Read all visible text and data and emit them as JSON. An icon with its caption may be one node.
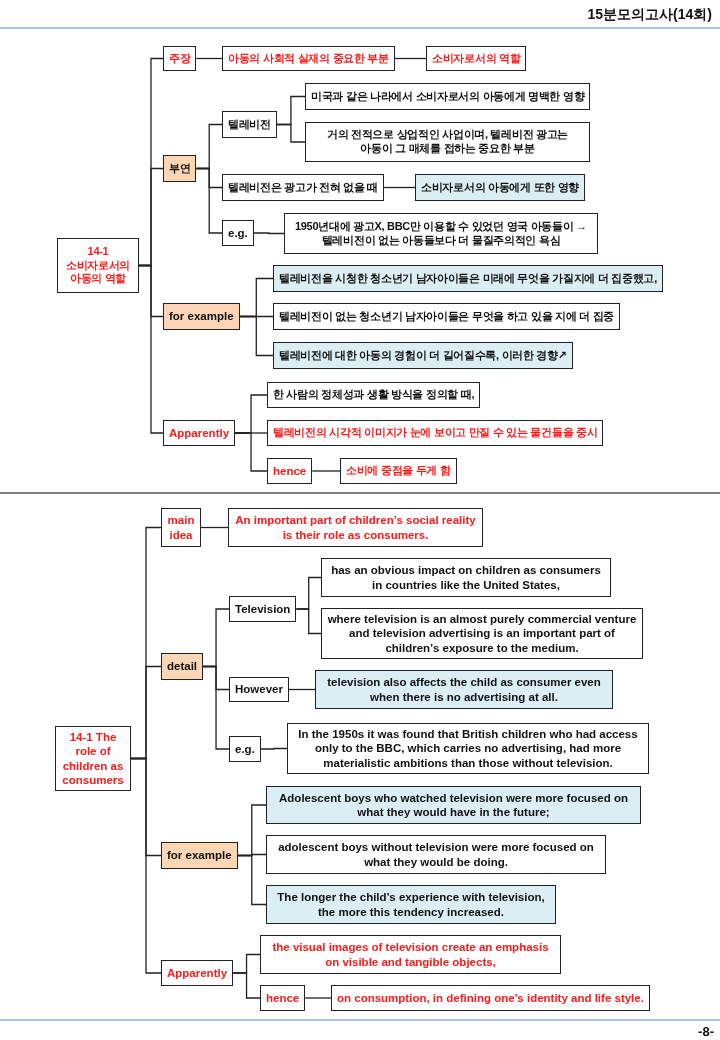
{
  "diagram": {
    "nodes": [
      {
        "text": [
          "14-1 소비자로서의 아동의 역할"
        ]
      },
      {
        "text": [
          "주장"
        ]
      },
      {
        "text": [
          "아동의 사회적 실재의 중요한 부분"
        ]
      },
      {
        "text": [
          "소비자로서의 역할"
        ]
      },
      {
        "text": [
          "부연"
        ]
      },
      {
        "text": [
          "텔레비전"
        ]
      },
      {
        "text": [
          "미국과 같은 나라에서 소비자로서의 아동에게 명백한 영향"
        ]
      },
      {
        "text": [
          "거의 전적으로 상업적인 사업이며, 텔레비전 광고는 아동이 그 매체를 접하는 중요한 부분"
        ]
      },
      {
        "text": [
          "텔레비전은 광고가 전혀 없을 때"
        ]
      },
      {
        "text": [
          "소비자로서의 아동에게 또한 영향"
        ]
      },
      {
        "text": [
          "e.g."
        ]
      },
      {
        "text": [
          "1950년대에 광고X,  BBC만 이용할 수 있었던 영국 아동들이 → 텔레비전이 없는 아동들보다 더 물질주의적인 욕심"
        ]
      },
      {
        "text": [
          "for example"
        ]
      },
      {
        "text": [
          "텔레비전을 시청한 청소년기 남자아이들은 미래에 무엇을 가질지에 더 집중했고,"
        ]
      },
      {
        "text": [
          "텔레비전이 없는 청소년기 남자아이들은 무엇을 하고 있을 지에 더 집중"
        ]
      },
      {
        "text": [
          "텔레비전에 대한 아동의 경험이 더 길어질수록, 이러한 경향↗"
        ]
      },
      {
        "text": [
          "Apparently"
        ]
      },
      {
        "text": [
          "한 사람의 정체성과 생활 방식을 정의할 때,"
        ]
      },
      {
        "text": [
          "텔레비전의 시각적 이미지가 눈에 보이고 만질 수 있는 물건들을 중시"
        ]
      },
      {
        "text": [
          "hence"
        ]
      },
      {
        "text": [
          "소비에 중점을 두게 함"
        ]
      },
      {
        "text": [
          "14-1 The role of children as consumers"
        ]
      },
      {
        "text": [
          "main idea"
        ]
      },
      {
        "text": [
          "An important part of children’s social reality is their role as consumers."
        ]
      },
      {
        "text": [
          "detail"
        ]
      },
      {
        "text": [
          "Television"
        ]
      },
      {
        "text": [
          "has an obvious impact on children as consumers in countries like the United States,"
        ]
      },
      {
        "text": [
          "where television is an almost purely commercial venture and television advertising is an important part of children’s exposure to the medium."
        ]
      },
      {
        "text": [
          "However"
        ]
      },
      {
        "text": [
          "television also affects the child as consumer even when there is no advertising at all."
        ]
      },
      {
        "text": [
          "e.g."
        ]
      },
      {
        "text": [
          "In the 1950s it was found that British children who had access only to the BBC, which carries no advertising, had more materialistic ambitions than those without television."
        ]
      },
      {
        "text": [
          "for example"
        ]
      },
      {
        "text": [
          "Adolescent boys who watched television were more focused on what they would have in the future;"
        ]
      },
      {
        "text": [
          "adolescent boys without television were more focused on what they would be doing."
        ]
      },
      {
        "text": [
          "The longer the child’s experience with television, the more this tendency increased."
        ]
      },
      {
        "text": [
          "Apparently"
        ]
      },
      {
        "text": [
          "the visual images of television create an emphasis on visible and tangible objects,"
        ]
      },
      {
        "text": [
          "hence"
        ]
      },
      {
        "text": [
          "on consumption, in defining one’s identity and life style."
        ]
      }
    ],
    "edges": [
      {
        "from": 0,
        "to": 1,
        "arrow": "none"
      },
      {
        "from": 0,
        "to": 4,
        "arrow": "none"
      },
      {
        "from": 0,
        "to": 12,
        "arrow": "none"
      },
      {
        "from": 0,
        "to": 16,
        "arrow": "none"
      },
      {
        "from": 1,
        "to": 2,
        "arrow": "none"
      },
      {
        "from": 2,
        "to": 3,
        "arrow": "none"
      },
      {
        "from": 4,
        "to": 5,
        "arrow": "none"
      },
      {
        "from": 4,
        "to": 8,
        "arrow": "none"
      },
      {
        "from": 4,
        "to": 10,
        "arrow": "none"
      },
      {
        "from": 5,
        "to": 6,
        "arrow": "none"
      },
      {
        "from": 5,
        "to": 7,
        "arrow": "none"
      },
      {
        "from": 8,
        "to": 9,
        "arrow": "none"
      },
      {
        "from": 10,
        "to": 11,
        "arrow": "none"
      },
      {
        "from": 12,
        "to": 13,
        "arrow": "none"
      },
      {
        "from": 12,
        "to": 14,
        "arrow": "none"
      },
      {
        "from": 12,
        "to": 15,
        "arrow": "none"
      },
      {
        "from": 16,
        "to": 17,
        "arrow": "none"
      },
      {
        "from": 16,
        "to": 18,
        "arrow": "none"
      },
      {
        "from": 16,
        "to": 19,
        "arrow": "none"
      },
      {
        "from": 19,
        "to": 20,
        "arrow": "none"
      },
      {
        "from": 21,
        "to": 22,
        "arrow": "none"
      },
      {
        "from": 21,
        "to": 24,
        "arrow": "none"
      },
      {
        "from": 21,
        "to": 32,
        "arrow": "none"
      },
      {
        "from": 21,
        "to": 36,
        "arrow": "none"
      },
      {
        "from": 22,
        "to": 23,
        "arrow": "none"
      },
      {
        "from": 24,
        "to": 25,
        "arrow": "none"
      },
      {
        "from": 24,
        "to": 28,
        "arrow": "none"
      },
      {
        "from": 24,
        "to": 30,
        "arrow": "none"
      },
      {
        "from": 25,
        "to": 26,
        "arrow": "none"
      },
      {
        "from": 25,
        "to": 27,
        "arrow": "none"
      },
      {
        "from": 28,
        "to": 29,
        "arrow": "none"
      },
      {
        "from": 30,
        "to": 31,
        "arrow": "none"
      },
      {
        "from": 32,
        "to": 33,
        "arrow": "none"
      },
      {
        "from": 32,
        "to": 34,
        "arrow": "none"
      },
      {
        "from": 32,
        "to": 35,
        "arrow": "none"
      },
      {
        "from": 36,
        "to": 37,
        "arrow": "none"
      },
      {
        "from": 36,
        "to": 38,
        "arrow": "none"
      },
      {
        "from": 38,
        "to": 39,
        "arrow": "none"
      }
    ],
    "labels": [
      "15분모의고사(14회)",
      "-8-"
    ]
  }
}
